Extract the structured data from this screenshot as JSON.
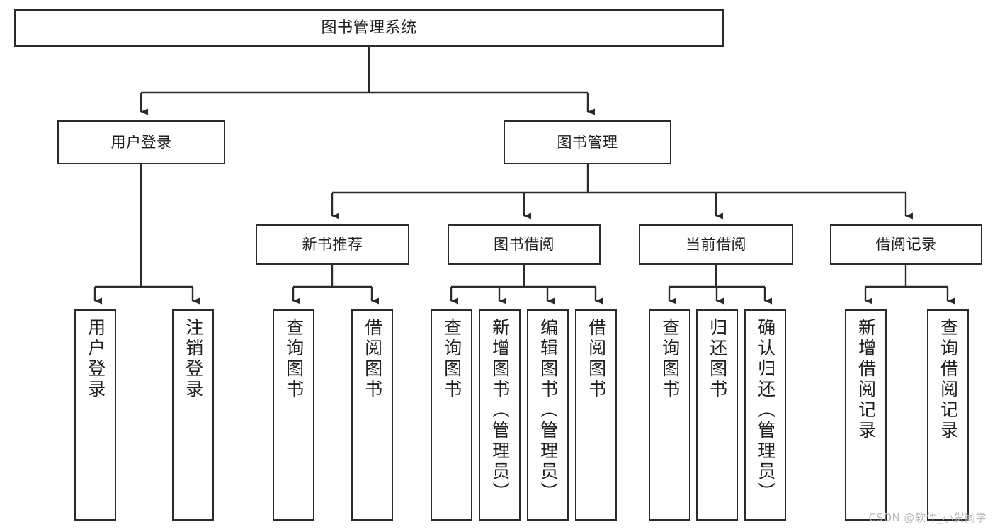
{
  "diagram": {
    "title": "图书管理系统",
    "type": "功能结构图",
    "colors": {
      "background": "#ffffff",
      "node_border": "#2b2b2b",
      "node_fill": "#ffffff",
      "text": "#1f1f1f",
      "edge": "#2b2b2b",
      "watermark": "#b9b9b9"
    }
  },
  "root": {
    "label": "图书管理系统"
  },
  "level2": [
    {
      "id": "user-login",
      "label": "用户登录"
    },
    {
      "id": "book-manage",
      "label": "图书管理"
    }
  ],
  "level3": [
    {
      "id": "new-book",
      "label": "新书推荐"
    },
    {
      "id": "borrow",
      "label": "图书借阅"
    },
    {
      "id": "current",
      "label": "当前借阅"
    },
    {
      "id": "record",
      "label": "借阅记录"
    }
  ],
  "leaves": {
    "user_login": [
      {
        "id": "leaf-user-login",
        "label": "用户登录"
      },
      {
        "id": "leaf-user-logout",
        "label": "注销登录"
      }
    ],
    "new_book": [
      {
        "id": "leaf-nb-query",
        "label": "查询图书"
      },
      {
        "id": "leaf-nb-borrow",
        "label": "借阅图书"
      }
    ],
    "borrow": [
      {
        "id": "leaf-bw-query",
        "label": "查询图书"
      },
      {
        "id": "leaf-bw-add",
        "label": "新增图书（管理员）"
      },
      {
        "id": "leaf-bw-edit",
        "label": "编辑图书（管理员）"
      },
      {
        "id": "leaf-bw-lend",
        "label": "借阅图书"
      }
    ],
    "current": [
      {
        "id": "leaf-cur-query",
        "label": "查询图书"
      },
      {
        "id": "leaf-cur-return",
        "label": "归还图书"
      },
      {
        "id": "leaf-cur-confirm",
        "label": "确认归还（管理员）"
      }
    ],
    "record": [
      {
        "id": "leaf-rec-add",
        "label": "新增借阅记录"
      },
      {
        "id": "leaf-rec-query",
        "label": "查询借阅记录"
      }
    ]
  },
  "watermark": {
    "text": "CSDN @软件_小贺同学"
  }
}
